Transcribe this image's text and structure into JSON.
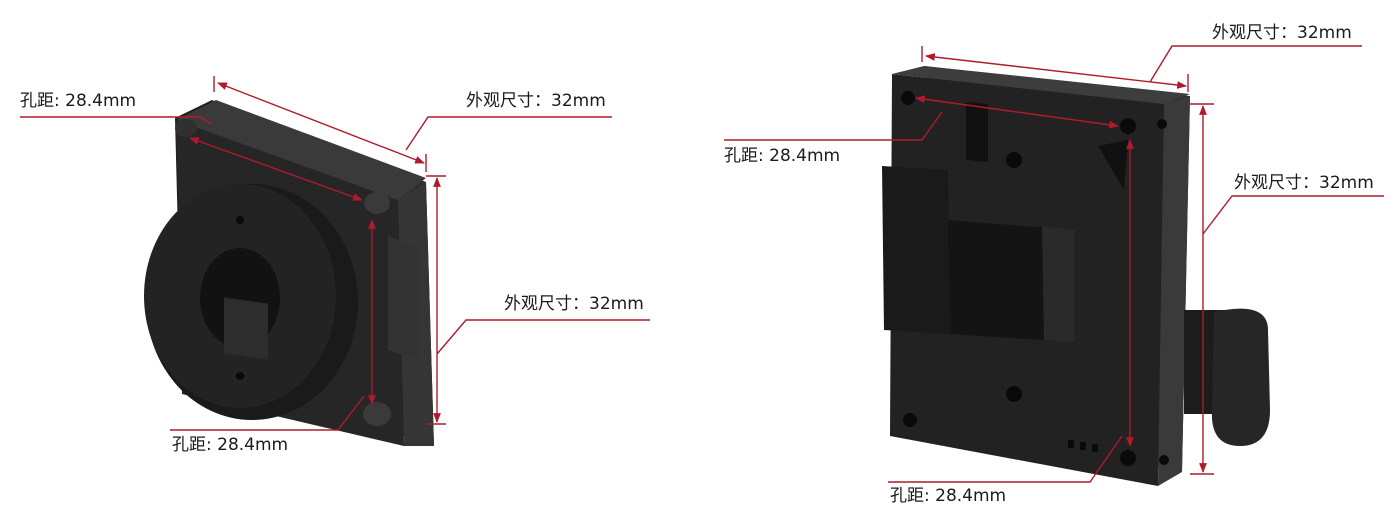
{
  "colors": {
    "dimension_line": "#b01a2c",
    "body_dark": "#1c1c1c",
    "body_mid": "#2b2b2b",
    "body_light": "#3d3d3d",
    "background": "#ffffff"
  },
  "front_view": {
    "hole_pitch_top": "孔距: 28.4mm",
    "outer_size_top": "外观尺寸：32mm",
    "outer_size_side": "外观尺寸：32mm",
    "hole_pitch_bottom": "孔距: 28.4mm"
  },
  "back_view": {
    "outer_size_top": "外观尺寸：32mm",
    "hole_pitch_left": "孔距: 28.4mm",
    "outer_size_side": "外观尺寸：32mm",
    "hole_pitch_bottom": "孔距: 28.4mm"
  }
}
